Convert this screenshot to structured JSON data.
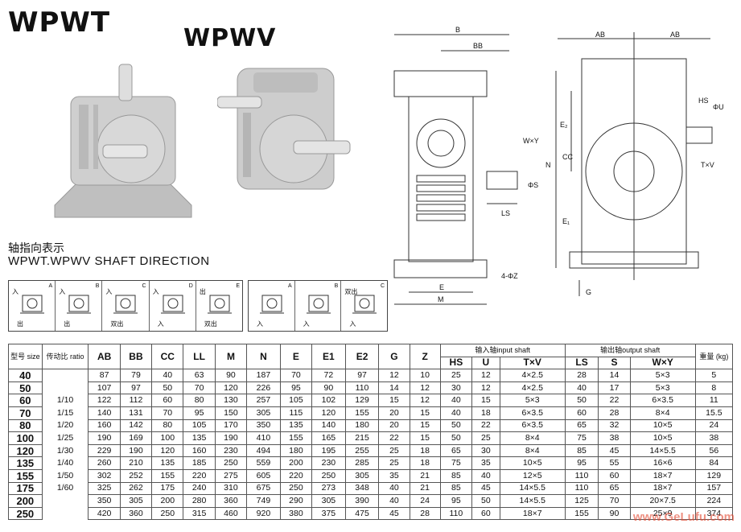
{
  "titles": {
    "wpwt": "WPWT",
    "wpwv": "WPWV"
  },
  "direction": {
    "cn": "轴指向表示",
    "en": "WPWT.WPWV  SHAFT DIRECTION"
  },
  "panel_left": [
    {
      "tag": "A",
      "l1": "入",
      "l2": "出"
    },
    {
      "tag": "B",
      "l1": "入",
      "l2": "出"
    },
    {
      "tag": "C",
      "l1": "入",
      "l2": "双出"
    },
    {
      "tag": "D",
      "l1": "入",
      "l2": "入"
    },
    {
      "tag": "E",
      "l1": "出",
      "l2": "双出"
    }
  ],
  "panel_right": [
    {
      "tag": "A",
      "l1": "",
      "l2": "入"
    },
    {
      "tag": "B",
      "l1": "",
      "l2": "入"
    },
    {
      "tag": "C",
      "l1": "双出",
      "l2": "入"
    }
  ],
  "drawing": {
    "B": "B",
    "BB": "BB",
    "E2": "E₂",
    "WxY": "W×Y",
    "N": "N",
    "CC": "CC",
    "E1": "E₁",
    "phiS": "ΦS",
    "LS": "LS",
    "E": "E",
    "M": "M",
    "fourZ": "4-ΦZ",
    "AB1": "AB",
    "AB2": "AB",
    "HS": "HS",
    "phiU": "ΦU",
    "TxV": "T×V",
    "G": "G"
  },
  "table": {
    "headers": {
      "size": "型号 size",
      "ratio": "传动比 ratio",
      "cols": [
        "AB",
        "BB",
        "CC",
        "LL",
        "M",
        "N",
        "E",
        "E1",
        "E2",
        "G",
        "Z"
      ],
      "input_group": "输入轴input shaft",
      "output_group": "输出轴output shaft",
      "input_cols": [
        "HS",
        "U",
        "T×V"
      ],
      "output_cols": [
        "LS",
        "S",
        "W×Y"
      ],
      "weight": "重量 (kg)"
    },
    "ratios": [
      "1/10",
      "1/15",
      "1/20",
      "1/25",
      "1/30",
      "1/40",
      "1/50",
      "1/60"
    ],
    "rows": [
      [
        "40",
        "87",
        "79",
        "40",
        "63",
        "90",
        "187",
        "70",
        "72",
        "97",
        "12",
        "10",
        "25",
        "12",
        "4×2.5",
        "28",
        "14",
        "5×3",
        "5"
      ],
      [
        "50",
        "107",
        "97",
        "50",
        "70",
        "120",
        "226",
        "95",
        "90",
        "110",
        "14",
        "12",
        "30",
        "12",
        "4×2.5",
        "40",
        "17",
        "5×3",
        "8"
      ],
      [
        "60",
        "122",
        "112",
        "60",
        "80",
        "130",
        "257",
        "105",
        "102",
        "129",
        "15",
        "12",
        "40",
        "15",
        "5×3",
        "50",
        "22",
        "6×3.5",
        "11"
      ],
      [
        "70",
        "140",
        "131",
        "70",
        "95",
        "150",
        "305",
        "115",
        "120",
        "155",
        "20",
        "15",
        "40",
        "18",
        "6×3.5",
        "60",
        "28",
        "8×4",
        "15.5"
      ],
      [
        "80",
        "160",
        "142",
        "80",
        "105",
        "170",
        "350",
        "135",
        "140",
        "180",
        "20",
        "15",
        "50",
        "22",
        "6×3.5",
        "65",
        "32",
        "10×5",
        "24"
      ],
      [
        "100",
        "190",
        "169",
        "100",
        "135",
        "190",
        "410",
        "155",
        "165",
        "215",
        "22",
        "15",
        "50",
        "25",
        "8×4",
        "75",
        "38",
        "10×5",
        "38"
      ],
      [
        "120",
        "229",
        "190",
        "120",
        "160",
        "230",
        "494",
        "180",
        "195",
        "255",
        "25",
        "18",
        "65",
        "30",
        "8×4",
        "85",
        "45",
        "14×5.5",
        "56"
      ],
      [
        "135",
        "260",
        "210",
        "135",
        "185",
        "250",
        "559",
        "200",
        "230",
        "285",
        "25",
        "18",
        "75",
        "35",
        "10×5",
        "95",
        "55",
        "16×6",
        "84"
      ],
      [
        "155",
        "302",
        "252",
        "155",
        "220",
        "275",
        "605",
        "220",
        "250",
        "305",
        "35",
        "21",
        "85",
        "40",
        "12×5",
        "110",
        "60",
        "18×7",
        "129"
      ],
      [
        "175",
        "325",
        "262",
        "175",
        "240",
        "310",
        "675",
        "250",
        "273",
        "348",
        "40",
        "21",
        "85",
        "45",
        "14×5.5",
        "110",
        "65",
        "18×7",
        "157"
      ],
      [
        "200",
        "350",
        "305",
        "200",
        "280",
        "360",
        "749",
        "290",
        "305",
        "390",
        "40",
        "24",
        "95",
        "50",
        "14×5.5",
        "125",
        "70",
        "20×7.5",
        "224"
      ],
      [
        "250",
        "420",
        "360",
        "250",
        "315",
        "460",
        "920",
        "380",
        "375",
        "475",
        "45",
        "28",
        "110",
        "60",
        "18×7",
        "155",
        "90",
        "25×9",
        "374"
      ]
    ]
  },
  "watermark": "www.GeLufu.com"
}
